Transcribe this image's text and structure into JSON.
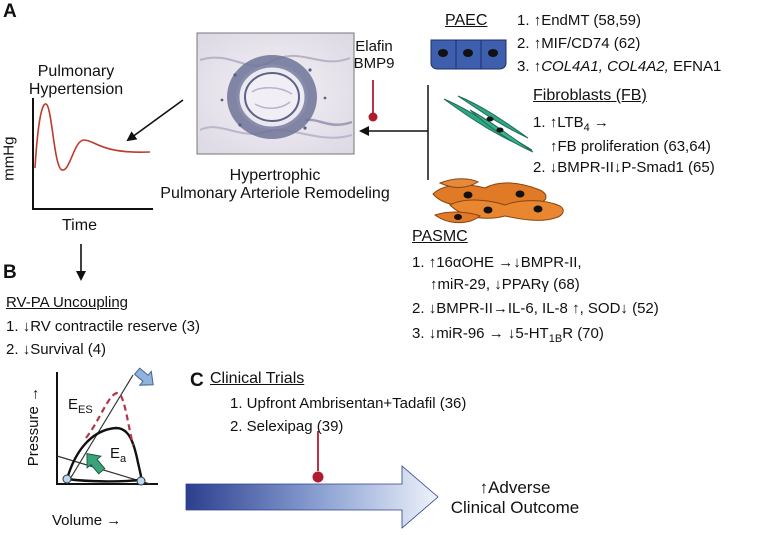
{
  "panels": {
    "a": "A",
    "b": "B",
    "c": "C"
  },
  "ph": {
    "title_line1": "Pulmonary",
    "title_line2": "Hypertension",
    "y_label": "mmHg",
    "x_label": "Time"
  },
  "histology": {
    "caption_line1": "Hypertrophic",
    "caption_line2": "Pulmonary Arteriole Remodeling"
  },
  "inhibitors": {
    "line1": "Elafin",
    "line2": "BMP9"
  },
  "paec": {
    "title": "PAEC",
    "item1": {
      "num": "1.",
      "arrow": "↑",
      "text": "EndMT (58,59)"
    },
    "item2": {
      "num": "2.",
      "arrow": "↑",
      "text": "MIF/CD74 (62)"
    },
    "item3": {
      "num": "3.",
      "arrow": "↑",
      "gene1": "COL4A1,",
      "gene2": "COL4A2,",
      "text": "EFNA1"
    }
  },
  "fb": {
    "title": "Fibroblasts (FB)",
    "item1": {
      "num": "1.",
      "arrow": "↑",
      "text": "LTB",
      "sub": "4",
      "tail": "→",
      "line2_arrow": "↑",
      "line2": "FB proliferation (63,64)"
    },
    "item2": {
      "num": "2.",
      "a1": "↓",
      "t1": "BMPR-II",
      "a2": "↓",
      "t2": "P-Smad1 (65)"
    }
  },
  "pasmc": {
    "title": "PASMC",
    "item1": {
      "num": "1.",
      "a1": "↑",
      "t1": "16αOHE",
      "a2": "→↓",
      "t2": "BMPR-II,",
      "a3": "↑",
      "t3": "miR-29,",
      "a4": "↓",
      "t4": "PPARγ (68)"
    },
    "item2": {
      "num": "2.",
      "a1": "↓",
      "t1": "BMPR-II",
      "a2": "→",
      "t2": "IL-6, IL-8",
      "a3": "↑",
      "t3": ", SOD",
      "a4": "↓",
      "t4": "(52)"
    },
    "item3": {
      "num": "3.",
      "a1": "↓",
      "t1": "miR-96",
      "a2": "→ ↓",
      "t2": "5-HT",
      "sub": "1B",
      "t3": "R (70)"
    }
  },
  "rvpa": {
    "title": "RV-PA Uncoupling",
    "item1": {
      "num": "1.",
      "arrow": "↓",
      "text": "RV contractile reserve (3)"
    },
    "item2": {
      "num": "2.",
      "arrow": "↓",
      "text": "Survival (4)"
    }
  },
  "pv_loop": {
    "y_label": "Pressure →",
    "x_label": "Volume →",
    "ees": "E",
    "ees_sub": "ES",
    "ea": "E",
    "ea_sub": "a"
  },
  "trials": {
    "title": "Clinical Trials",
    "item1": "1. Upfront Ambrisentan+Tadafil (36)",
    "item2": "2. Selexipag (39)"
  },
  "outcome": {
    "arrow": "↑",
    "line1": "Adverse",
    "line2": "Clinical Outcome"
  },
  "colors": {
    "ph_curve": "#c0392b",
    "inhibitor": "#b01c2e",
    "paec_cell": "#3d5fae",
    "fibroblast": "#2fa784",
    "pasmc_cell": "#e07a26",
    "arrow_gradient_start": "#2c3f8f",
    "arrow_gradient_end": "#e8eef8",
    "ees_dashed": "#b8334a",
    "ea_arrow": "#3aa37a",
    "callout_arrow": "#8fb3dd"
  }
}
